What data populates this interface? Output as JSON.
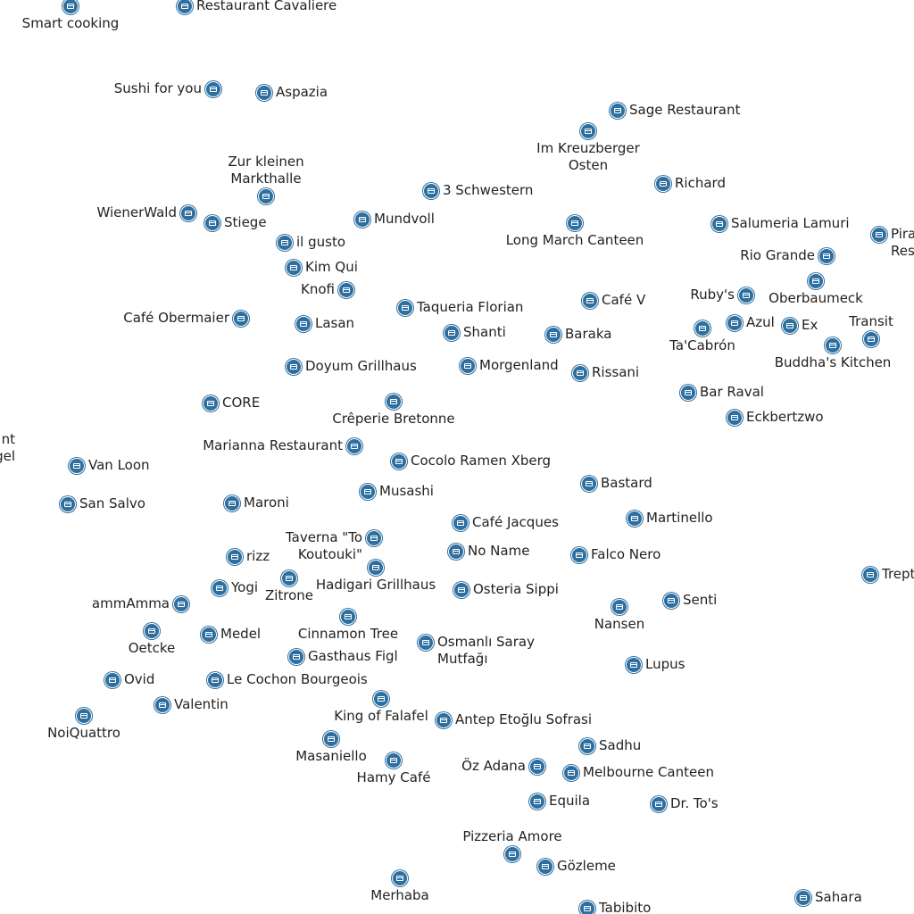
{
  "map": {
    "pin_color": "#2e6fa0",
    "pin_icon": "restaurant-icon",
    "places": [
      {
        "name": "Smart cooking"
      },
      {
        "name": "Restaurant Cavaliere"
      },
      {
        "name": "Sushi for you"
      },
      {
        "name": "Aspazia"
      },
      {
        "name": "Sage Restaurant"
      },
      {
        "name": "Im Kreuzberger\nOsten"
      },
      {
        "name": "Richard"
      },
      {
        "name": "Zur kleinen\nMarkthalle"
      },
      {
        "name": "3 Schwestern"
      },
      {
        "name": "WienerWald"
      },
      {
        "name": "Stiege"
      },
      {
        "name": "Mundvoll"
      },
      {
        "name": "Long March Canteen"
      },
      {
        "name": "Salumeria Lamuri"
      },
      {
        "name": "Pira\nRes"
      },
      {
        "name": "il gusto"
      },
      {
        "name": "Rio Grande"
      },
      {
        "name": "Kim Qui"
      },
      {
        "name": "Knofi"
      },
      {
        "name": "Ruby's"
      },
      {
        "name": "Oberbaumeck"
      },
      {
        "name": "Café V"
      },
      {
        "name": "Taqueria Florian"
      },
      {
        "name": "Café Obermaier"
      },
      {
        "name": "Lasan"
      },
      {
        "name": "Shanti"
      },
      {
        "name": "Baraka"
      },
      {
        "name": "Azul"
      },
      {
        "name": "Ex"
      },
      {
        "name": "Transit"
      },
      {
        "name": "Ta'Cabrón"
      },
      {
        "name": "Buddha's Kitchen"
      },
      {
        "name": "Doyum Grillhaus"
      },
      {
        "name": "Morgenland"
      },
      {
        "name": "Rissani"
      },
      {
        "name": "Bar Raval"
      },
      {
        "name": "CORE"
      },
      {
        "name": "Crêperie Bretonne"
      },
      {
        "name": "Eckbertzwo"
      },
      {
        "name": "nt\ngel"
      },
      {
        "name": "Marianna Restaurant"
      },
      {
        "name": "Cocolo Ramen Xberg"
      },
      {
        "name": "Van Loon"
      },
      {
        "name": "Bastard"
      },
      {
        "name": "Musashi"
      },
      {
        "name": "San Salvo"
      },
      {
        "name": "Maroni"
      },
      {
        "name": "Café Jacques"
      },
      {
        "name": "Martinello"
      },
      {
        "name": "Taverna \"To\nKoutouki\""
      },
      {
        "name": "No Name"
      },
      {
        "name": "Falco Nero"
      },
      {
        "name": "rizz"
      },
      {
        "name": "Yogi"
      },
      {
        "name": "Zitrone"
      },
      {
        "name": "Hadigari Grillhaus"
      },
      {
        "name": "Osteria Sippi"
      },
      {
        "name": "Trept"
      },
      {
        "name": "ammAmma"
      },
      {
        "name": "Senti"
      },
      {
        "name": "Nansen"
      },
      {
        "name": "Oetcke"
      },
      {
        "name": "Medel"
      },
      {
        "name": "Cinnamon Tree"
      },
      {
        "name": "Osmanlı Saray\nMutfağı"
      },
      {
        "name": "Gasthaus Figl"
      },
      {
        "name": "Lupus"
      },
      {
        "name": "Ovid"
      },
      {
        "name": "Le Cochon Bourgeois"
      },
      {
        "name": "Valentin"
      },
      {
        "name": "King of Falafel"
      },
      {
        "name": "Antep Etoğlu Sofrasi"
      },
      {
        "name": "NoiQuattro"
      },
      {
        "name": "Sadhu"
      },
      {
        "name": "Masaniello"
      },
      {
        "name": "Öz Adana"
      },
      {
        "name": "Melbourne Canteen"
      },
      {
        "name": "Hamy Café"
      },
      {
        "name": "Equila"
      },
      {
        "name": "Dr. To's"
      },
      {
        "name": "Pizzeria Amore"
      },
      {
        "name": "Gözleme"
      },
      {
        "name": "Merhaba"
      },
      {
        "name": "Sahara"
      },
      {
        "name": "Tabibito"
      }
    ]
  }
}
